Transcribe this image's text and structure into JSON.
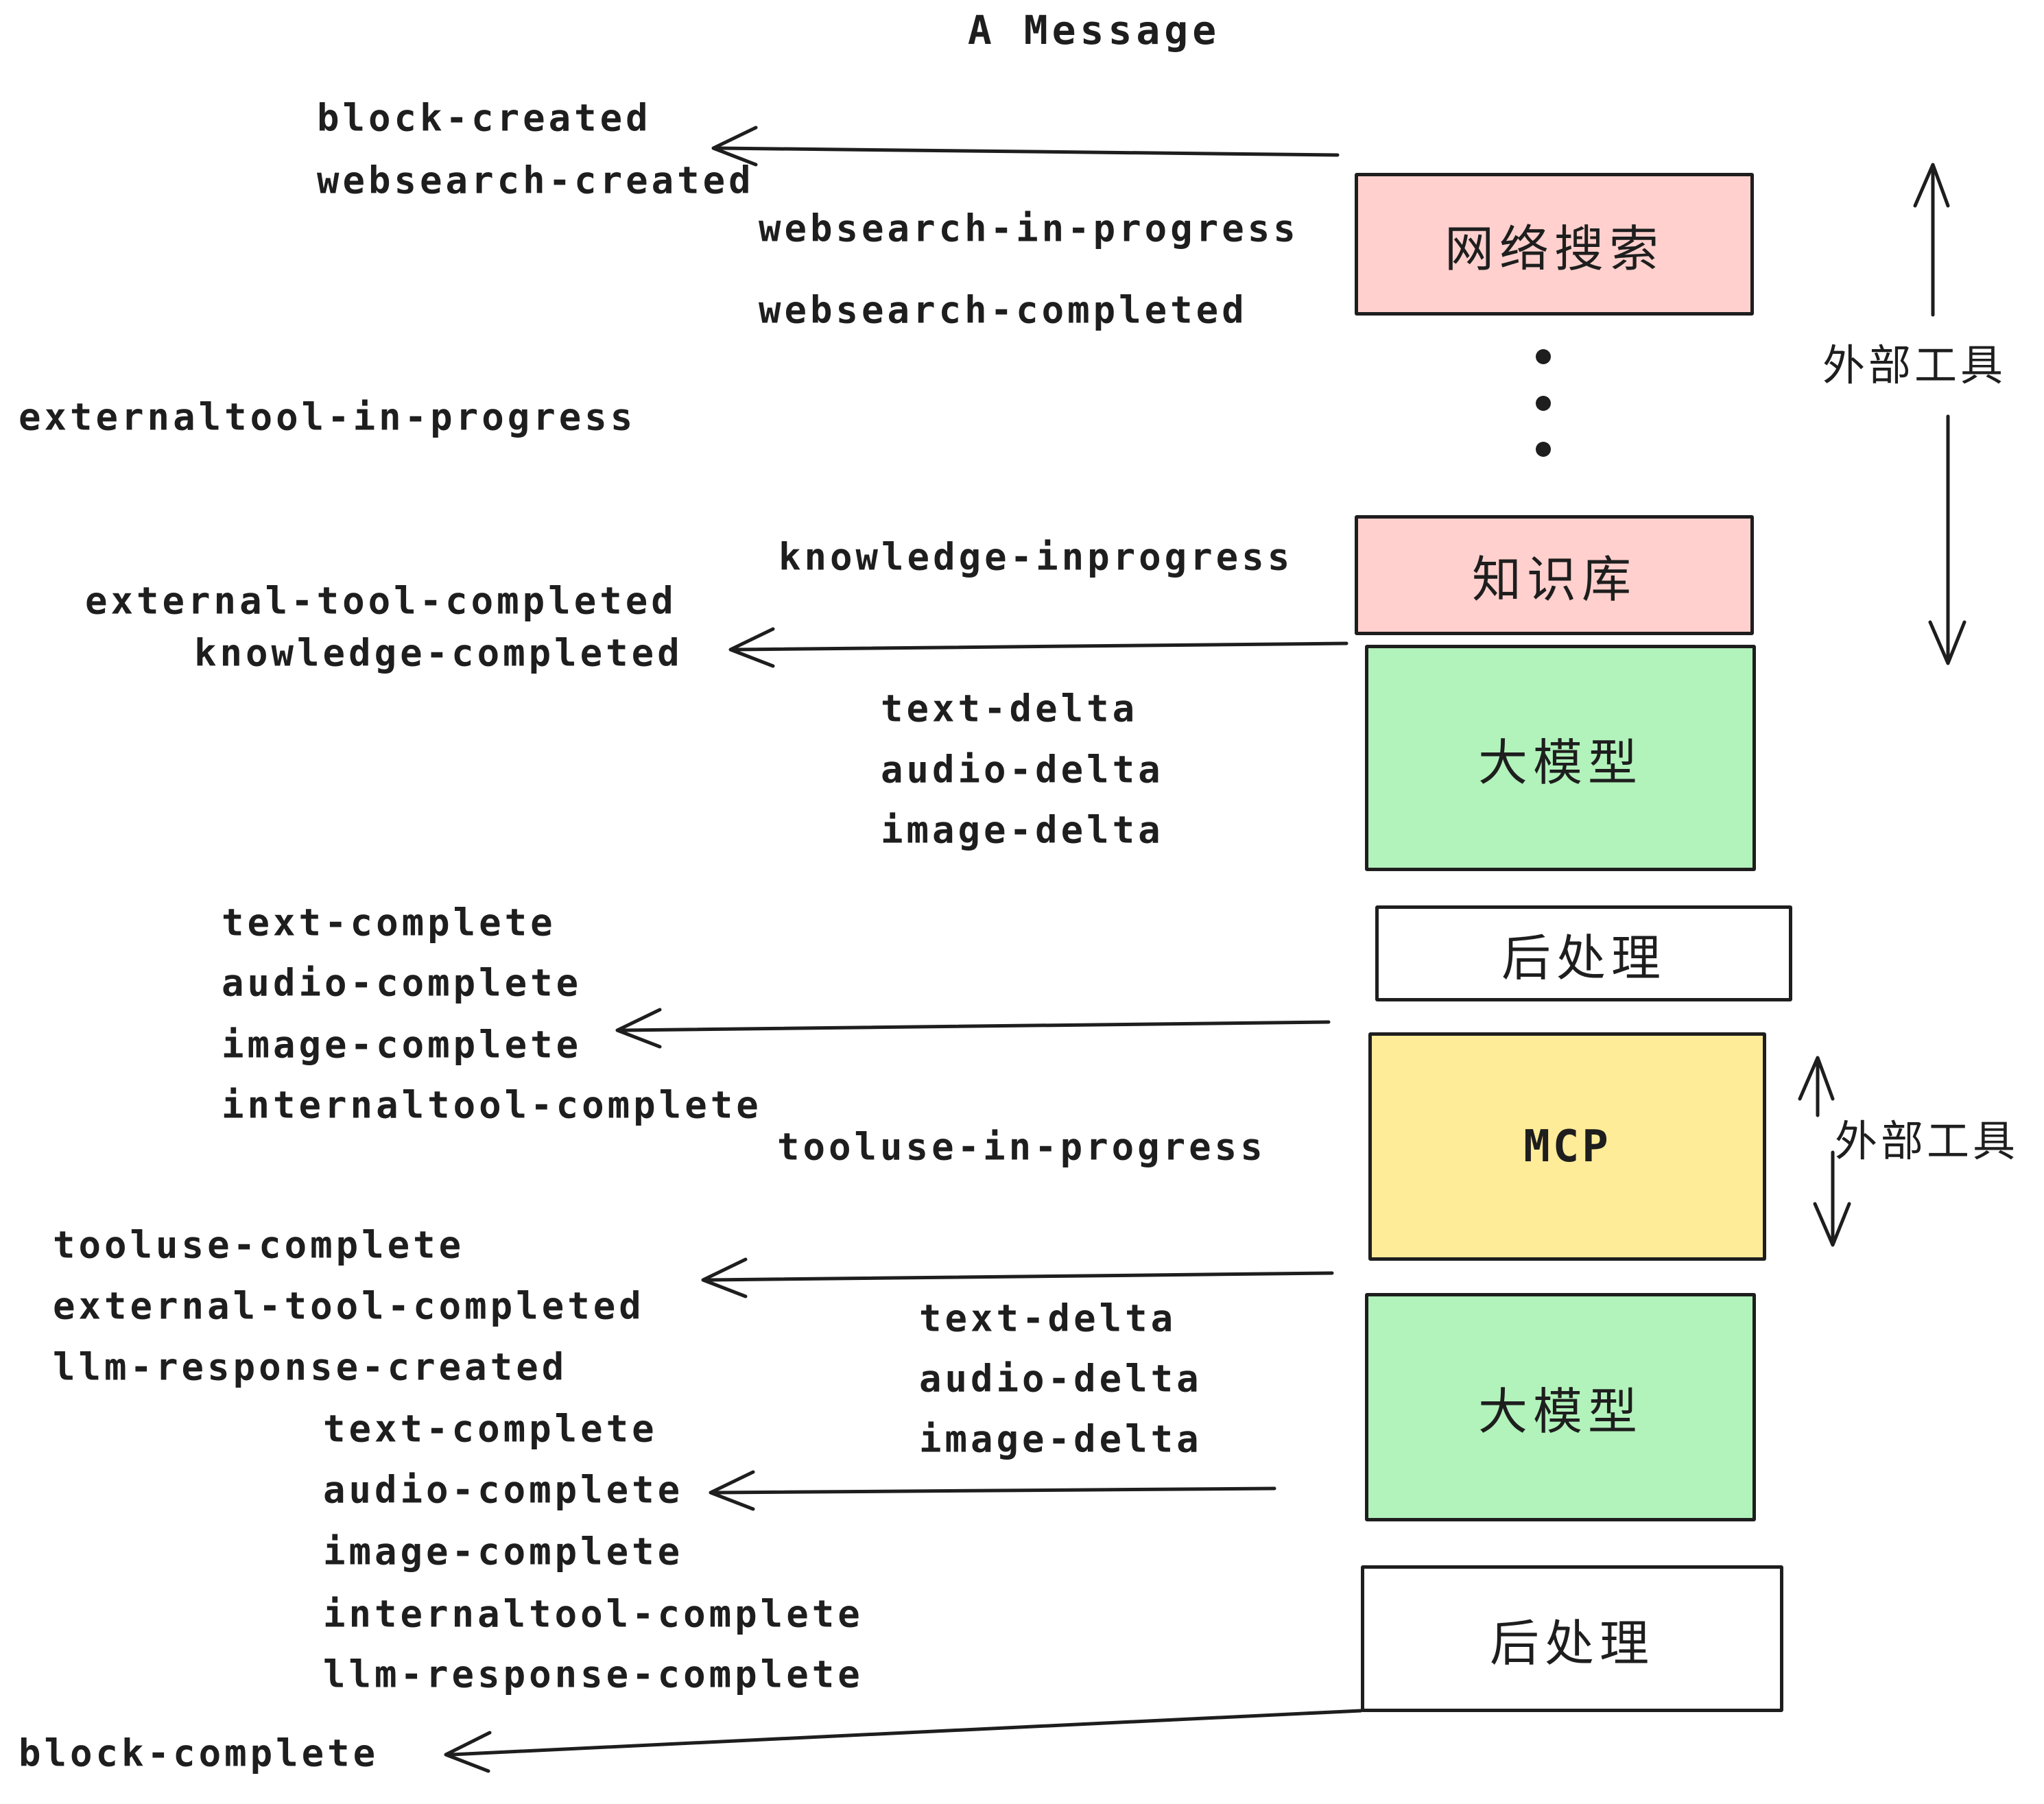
{
  "title": "A Message",
  "colors": {
    "pink": "#ffd0cd",
    "green": "#b2f2bb",
    "yellow": "#ffec99",
    "white": "#ffffff",
    "ink": "#1e1e1e"
  },
  "boxes": [
    {
      "id": "websearch",
      "label": "网络搜索"
    },
    {
      "id": "knowledge",
      "label": "知识库"
    },
    {
      "id": "llm1",
      "label": "大模型"
    },
    {
      "id": "post1",
      "label": "后处理"
    },
    {
      "id": "mcp",
      "label": "MCP"
    },
    {
      "id": "llm2",
      "label": "大模型"
    },
    {
      "id": "post2",
      "label": "后处理"
    }
  ],
  "annotations": {
    "external_tools_top": "外部工具",
    "external_tools_mcp": "外部工具"
  },
  "events": {
    "block_created": "block-created",
    "websearch_created": "websearch-created",
    "websearch_in_progress": "websearch-in-progress",
    "websearch_completed": "websearch-completed",
    "externaltool_in_progress": "externaltool-in-progress",
    "knowledge_inprogress": "knowledge-inprogress",
    "external_tool_completed_1": "external-tool-completed",
    "knowledge_completed": "knowledge-completed",
    "text_delta_1": "text-delta",
    "audio_delta_1": "audio-delta",
    "image_delta_1": "image-delta",
    "text_complete_1": "text-complete",
    "audio_complete_1": "audio-complete",
    "image_complete_1": "image-complete",
    "internaltool_complete_1": "internaltool-complete",
    "tooluse_in_progress": "tooluse-in-progress",
    "tooluse_complete": "tooluse-complete",
    "external_tool_completed_2": "external-tool-completed",
    "llm_response_created": "llm-response-created",
    "text_complete_2": "text-complete",
    "audio_complete_2": "audio-complete",
    "image_complete_2": "image-complete",
    "internaltool_complete_2": "internaltool-complete",
    "llm_response_complete": "llm-response-complete",
    "block_complete": "block-complete"
  }
}
